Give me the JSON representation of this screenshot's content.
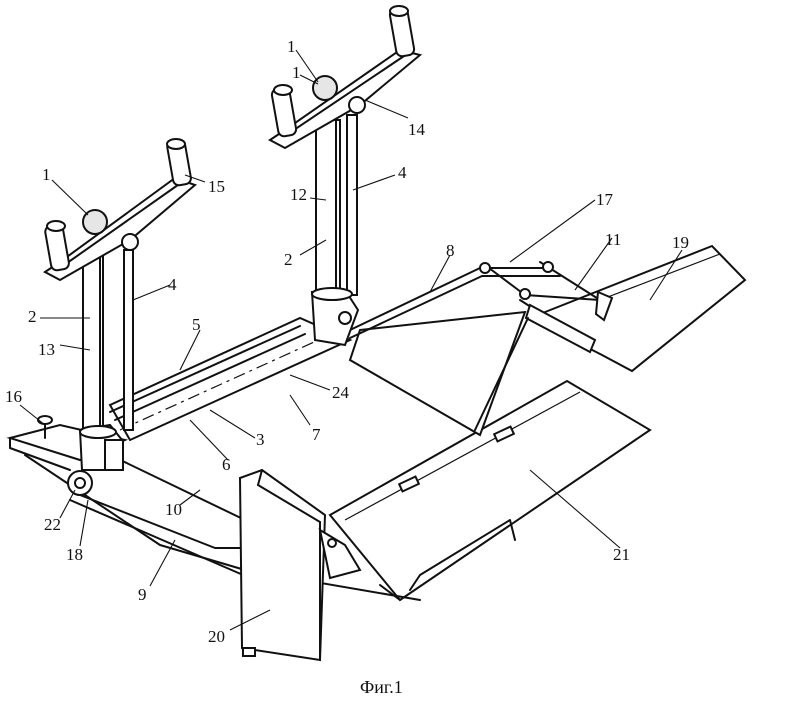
{
  "figure": {
    "caption": "Фиг.1",
    "labels": [
      "1",
      "1",
      "1",
      "14",
      "15",
      "12",
      "4",
      "4",
      "2",
      "2",
      "13",
      "16",
      "5",
      "24",
      "3",
      "7",
      "6",
      "8",
      "17",
      "11",
      "19",
      "21",
      "20",
      "10",
      "22",
      "18",
      "9"
    ]
  }
}
